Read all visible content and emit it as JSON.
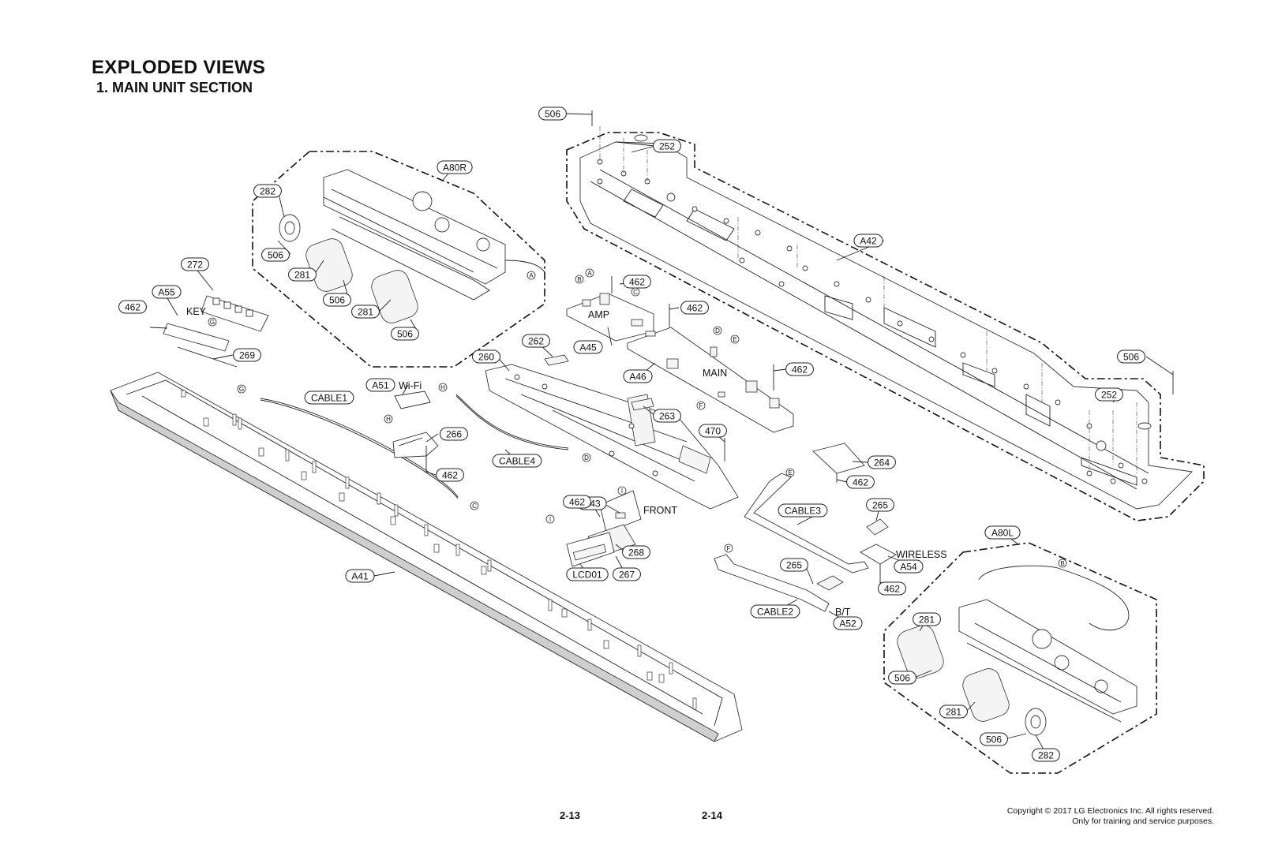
{
  "header": {
    "title": "EXPLODED VIEWS",
    "subtitle": "1. MAIN UNIT SECTION"
  },
  "footer": {
    "page_left": "2-13",
    "page_right": "2-14",
    "copyright_line1": "Copyright © 2017 LG Electronics Inc. All rights reserved.",
    "copyright_line2": "Only for training and service purposes."
  },
  "callouts": [
    {
      "id": "c1",
      "text": "506"
    },
    {
      "id": "c2",
      "text": "252"
    },
    {
      "id": "c3",
      "text": "A42"
    },
    {
      "id": "c4",
      "text": "506"
    },
    {
      "id": "c5",
      "text": "252"
    },
    {
      "id": "c6",
      "text": "A80R"
    },
    {
      "id": "c7",
      "text": "282"
    },
    {
      "id": "c8",
      "text": "506"
    },
    {
      "id": "c9",
      "text": "281"
    },
    {
      "id": "c10",
      "text": "506"
    },
    {
      "id": "c11",
      "text": "281"
    },
    {
      "id": "c12",
      "text": "506"
    },
    {
      "id": "c13",
      "text": "272"
    },
    {
      "id": "c14",
      "text": "A55"
    },
    {
      "id": "c15",
      "text": "462"
    },
    {
      "id": "c16",
      "text": "269"
    },
    {
      "id": "c17",
      "text": "462"
    },
    {
      "id": "c18",
      "text": "462"
    },
    {
      "id": "c19",
      "text": "A45"
    },
    {
      "id": "c20",
      "text": "A46"
    },
    {
      "id": "c21",
      "text": "462"
    },
    {
      "id": "c22",
      "text": "262"
    },
    {
      "id": "c23",
      "text": "260"
    },
    {
      "id": "c24",
      "text": "263"
    },
    {
      "id": "c25",
      "text": "470"
    },
    {
      "id": "c26",
      "text": "A51"
    },
    {
      "id": "c27",
      "text": "CABLE1"
    },
    {
      "id": "c28",
      "text": "266"
    },
    {
      "id": "c29",
      "text": "462"
    },
    {
      "id": "c30",
      "text": "CABLE4"
    },
    {
      "id": "c31",
      "text": "264"
    },
    {
      "id": "c32",
      "text": "462"
    },
    {
      "id": "c33",
      "text": "A43"
    },
    {
      "id": "c34",
      "text": "462"
    },
    {
      "id": "c35",
      "text": "268"
    },
    {
      "id": "c36",
      "text": "LCD01"
    },
    {
      "id": "c37",
      "text": "267"
    },
    {
      "id": "c38",
      "text": "CABLE3"
    },
    {
      "id": "c39",
      "text": "265"
    },
    {
      "id": "c40",
      "text": "A54"
    },
    {
      "id": "c41",
      "text": "462"
    },
    {
      "id": "c42",
      "text": "265"
    },
    {
      "id": "c43",
      "text": "CABLE2"
    },
    {
      "id": "c44",
      "text": "A52"
    },
    {
      "id": "c45",
      "text": "A41"
    },
    {
      "id": "c46",
      "text": "A80L"
    },
    {
      "id": "c47",
      "text": "281"
    },
    {
      "id": "c48",
      "text": "506"
    },
    {
      "id": "c49",
      "text": "281"
    },
    {
      "id": "c50",
      "text": "506"
    },
    {
      "id": "c51",
      "text": "282"
    }
  ],
  "notes": [
    {
      "id": "n1",
      "text": "KEY"
    },
    {
      "id": "n2",
      "text": "AMP"
    },
    {
      "id": "n3",
      "text": "MAIN"
    },
    {
      "id": "n4",
      "text": "Wi-Fi"
    },
    {
      "id": "n5",
      "text": "FRONT"
    },
    {
      "id": "n6",
      "text": "WIRELESS"
    },
    {
      "id": "n7",
      "text": "B/T"
    }
  ],
  "connectors": [
    {
      "id": "k1",
      "text": "A"
    },
    {
      "id": "k2",
      "text": "B"
    },
    {
      "id": "k3",
      "text": "A"
    },
    {
      "id": "k4",
      "text": "C"
    },
    {
      "id": "k5",
      "text": "D"
    },
    {
      "id": "k6",
      "text": "E"
    },
    {
      "id": "k7",
      "text": "F"
    },
    {
      "id": "k8",
      "text": "G"
    },
    {
      "id": "k9",
      "text": "G"
    },
    {
      "id": "k10",
      "text": "H"
    },
    {
      "id": "k11",
      "text": "H"
    },
    {
      "id": "k12",
      "text": "C"
    },
    {
      "id": "k13",
      "text": "D"
    },
    {
      "id": "k14",
      "text": "E"
    },
    {
      "id": "k15",
      "text": "I"
    },
    {
      "id": "k16",
      "text": "I"
    },
    {
      "id": "k17",
      "text": "F"
    },
    {
      "id": "k18",
      "text": "B"
    }
  ]
}
